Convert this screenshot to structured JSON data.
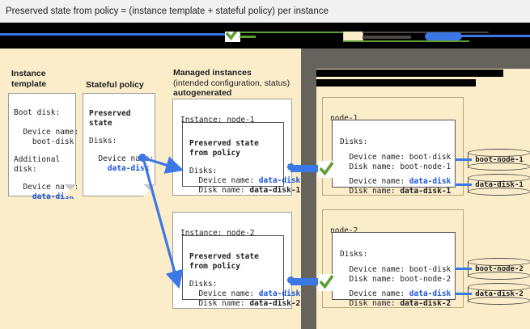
{
  "caption": "Preserved state from policy = (instance template + stateful policy) per instance",
  "legend": {
    "note": "legend row redacted",
    "swatches": [
      "blue-line",
      "green-check-icon",
      "green-line",
      "cream-box",
      "blue-pill",
      "blue-line"
    ]
  },
  "colors": {
    "panel_cream": "#fbecca",
    "stage_gray": "#66625c",
    "accent_blue": "#1a56d6",
    "connector_blue": "#3b78e7",
    "check_green": "#5f9e35",
    "caption_bg": "#f1f1f1"
  },
  "columns": {
    "instance_template": {
      "heading_line1": "Instance",
      "heading_line2": "template",
      "card": [
        "Boot disk:",
        "",
        "  Device name:",
        "    boot-disk",
        "",
        "Additional",
        "disk:",
        "",
        "  Device name:",
        "    data-disk"
      ],
      "card_bold_value": "data-disk"
    },
    "stateful_policy": {
      "heading": "Stateful policy",
      "card_title_line1": "Preserved",
      "card_title_line2": "state",
      "card_disks_label": "Disks:",
      "card_device_label": "  Device name:",
      "card_device_value": "    data-disk"
    },
    "managed_instances": {
      "heading_line1": "Managed instances",
      "heading_line2": "(intended configuration, status)",
      "heading_line3": "autogenerated",
      "instances": [
        {
          "title": "Instance: node-1",
          "state_line1": "Preserved state",
          "state_line2": "from policy",
          "disks_label": "Disks:",
          "device_label": "  Device name: ",
          "device_value": "data-disk",
          "disk_label": "  Disk name: ",
          "disk_value": "data-disk-1"
        },
        {
          "title": "Instance: node-2",
          "state_line1": "Preserved state",
          "state_line2": "from policy",
          "disks_label": "Disks:",
          "device_label": "  Device name: ",
          "device_value": "data-disk",
          "disk_label": "  Disk name: ",
          "disk_value": "data-disk-2"
        }
      ]
    },
    "actual_state": {
      "heading_redacted": true,
      "nodes": [
        {
          "name": "node-1",
          "disks_label": "Disks:",
          "boot_device_label": "  Device name: ",
          "boot_device_value": "boot-disk",
          "boot_disk_label": "  Disk name: ",
          "boot_disk_value": "boot-node-1",
          "data_device_label": "  Device name: ",
          "data_device_value": "data-disk",
          "data_disk_label": "  Disk name: ",
          "data_disk_value": "data-disk-1",
          "volumes": [
            "boot-node-1",
            "data-disk-1"
          ]
        },
        {
          "name": "node-2",
          "disks_label": "Disks:",
          "boot_device_label": "  Device name: ",
          "boot_device_value": "boot-disk",
          "boot_disk_label": "  Disk name: ",
          "boot_disk_value": "boot-node-2",
          "data_device_label": "  Device name: ",
          "data_device_value": "data-disk",
          "data_disk_label": "  Disk name: ",
          "data_disk_value": "data-disk-2",
          "volumes": [
            "boot-node-2",
            "data-disk-2"
          ]
        }
      ]
    }
  }
}
